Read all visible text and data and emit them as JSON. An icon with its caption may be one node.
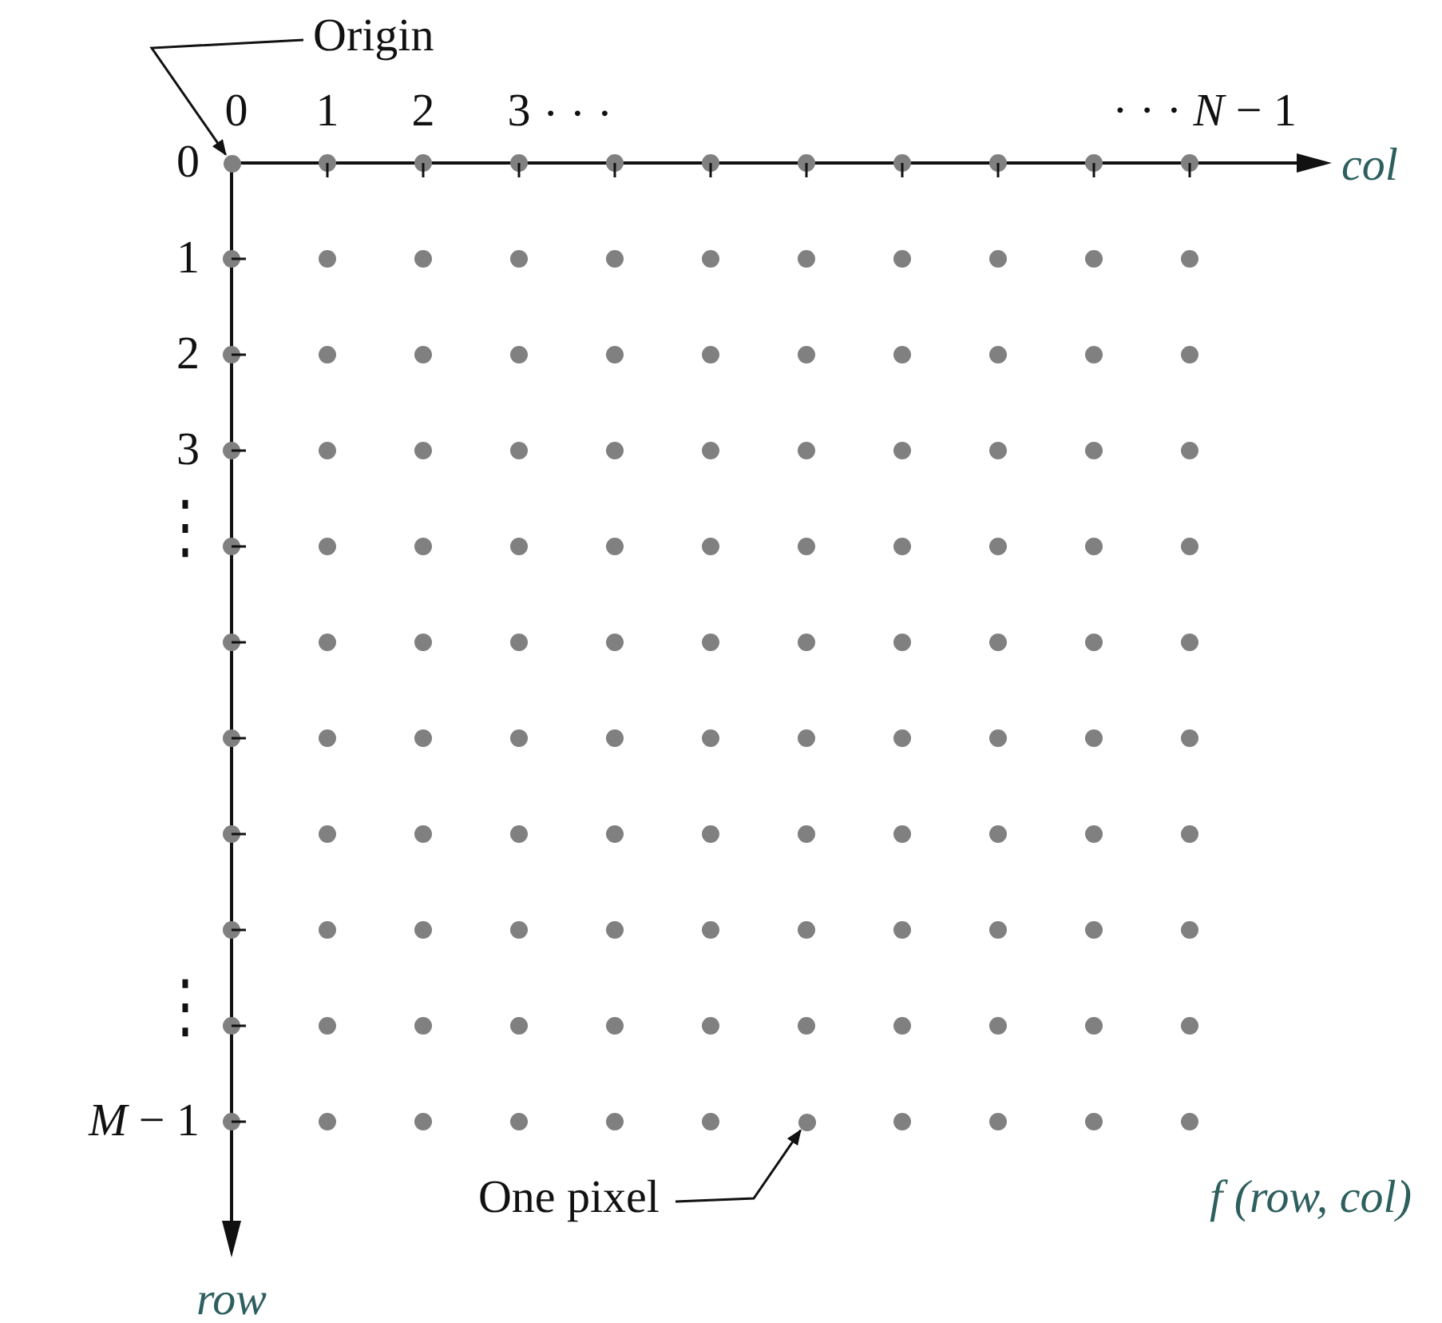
{
  "diagram": {
    "nodes": [
      {
        "text": [
          "Origin"
        ]
      },
      {
        "text": [],
        "shape": "circle"
      },
      {
        "text": [
          "One pixel"
        ]
      },
      {
        "text": [],
        "shape": "circle"
      }
    ],
    "edges": [
      {
        "from": 0,
        "to": 1,
        "arrow": "to"
      },
      {
        "from": 2,
        "to": 3,
        "arrow": "to"
      }
    ],
    "labels": [
      "0",
      "1",
      "2",
      "3",
      "· · ·",
      "· · · *N* − 1",
      "0",
      "col",
      "1",
      "2",
      "3",
      "⋮",
      "⋮",
      "*M* − 1",
      "row",
      "f (row, col)"
    ]
  }
}
